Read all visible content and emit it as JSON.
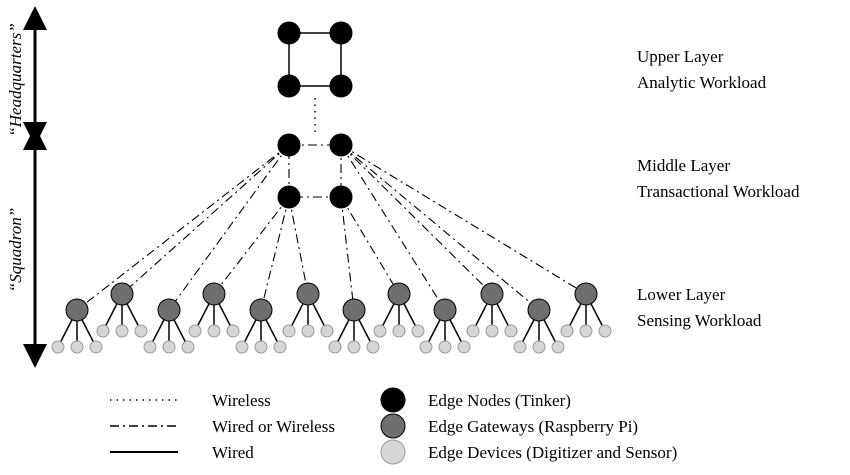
{
  "side_labels": {
    "headquarters": "“Headquarters”",
    "squadron": "“Squadron”"
  },
  "layers": {
    "upper": {
      "line1": "Upper Layer",
      "line2": "Analytic Workload"
    },
    "middle": {
      "line1": "Middle Layer",
      "line2": "Transactional Workload"
    },
    "lower": {
      "line1": "Lower Layer",
      "line2": "Sensing Workload"
    }
  },
  "legend": {
    "links": [
      {
        "style": "dotted",
        "label": "Wireless"
      },
      {
        "style": "dashdot",
        "label": "Wired or Wireless"
      },
      {
        "style": "solid",
        "label": "Wired"
      }
    ],
    "nodes": [
      {
        "type": "edge-node",
        "label": "Edge Nodes (Tinker)",
        "color": "#000000"
      },
      {
        "type": "edge-gateway",
        "label": "Edge Gateways (Raspberry Pi)",
        "color": "#6e6e6e"
      },
      {
        "type": "edge-device",
        "label": "Edge Devices (Digitizer and Sensor)",
        "color": "#d6d6d6"
      }
    ]
  },
  "colors": {
    "edge_node": "#000000",
    "edge_gateway": "#6e6e6e",
    "edge_device": "#d6d6d6",
    "line": "#000000"
  }
}
